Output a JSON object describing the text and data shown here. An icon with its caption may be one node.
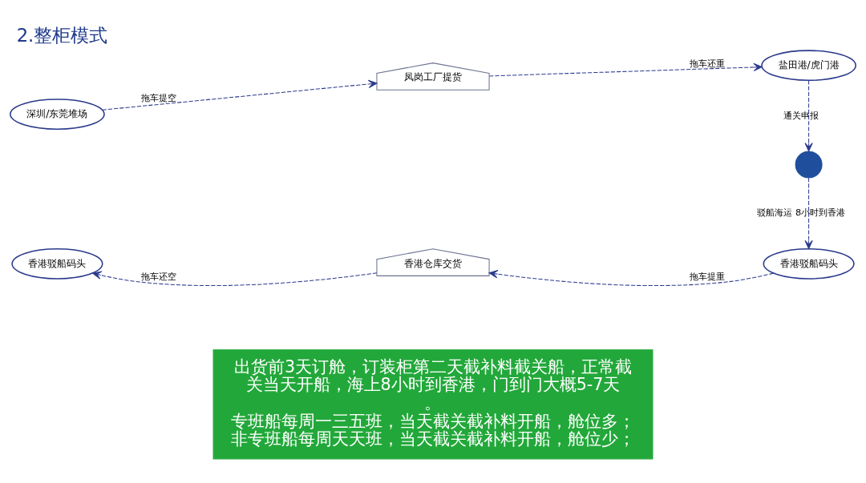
{
  "diagram": {
    "title": "2.整柜模式",
    "nodes": [
      {
        "text": [
          "深圳/东莞堆场"
        ]
      },
      {
        "text": [
          "凤岗工厂提货"
        ]
      },
      {
        "text": [
          "盐田港/虎门港"
        ]
      },
      {
        "text": [],
        "shape": "circle"
      },
      {
        "text": [
          "香港驳船码头"
        ]
      },
      {
        "text": [
          "香港仓库交货"
        ]
      },
      {
        "text": [
          "香港驳船码头"
        ]
      },
      {
        "text": [
          "出货前3天订舱，订装柜第二天截补料截关船，正常截关当天开船，海上8小时到香港，门到门大概5-7天。",
          "专班船每周一三五班，当天截关截补料开船，舱位多；",
          "非专班船每周天天班，当天截关截补料开船，舱位少；"
        ]
      }
    ],
    "edges": [
      {
        "from": 0,
        "to": 1,
        "label": "拖车提空",
        "arrow": "to",
        "style": "dashed"
      },
      {
        "from": 1,
        "to": 2,
        "label": "拖车还重",
        "arrow": "to",
        "style": "dashed"
      },
      {
        "from": 2,
        "to": 3,
        "label": "通关申报",
        "arrow": "to",
        "style": "dashed"
      },
      {
        "from": 3,
        "to": 4,
        "label": "驳船海运 8小时到香港",
        "arrow": "to",
        "style": "dashed"
      },
      {
        "from": 4,
        "to": 5,
        "label": "拖车提重",
        "arrow": "to",
        "style": "dashed"
      },
      {
        "from": 5,
        "to": 6,
        "label": "拖车还空",
        "arrow": "to",
        "style": "dashed"
      }
    ]
  }
}
